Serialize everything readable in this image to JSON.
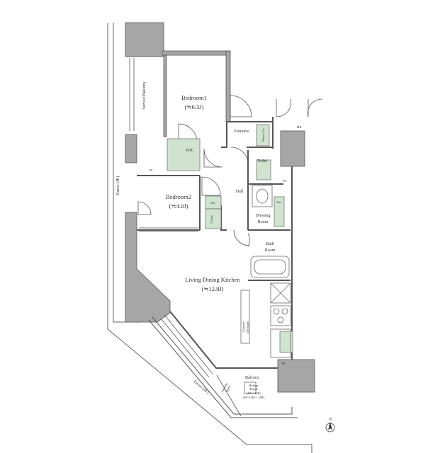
{
  "floorplan": {
    "rooms": {
      "bedroom1": {
        "name": "Bedroom1",
        "size": "(≒6.3J)"
      },
      "bedroom2": {
        "name": "Bedroom2",
        "size": "(≒4.0J)"
      },
      "ldk": {
        "name": "Living Dining Kitchen",
        "size": "(≒12.8J)"
      },
      "service_balcony": "Service Balcony",
      "wic": "WIC",
      "entrance": "Entrance",
      "shoes_closet": "Shoes Clo.",
      "toilet": "Toilet",
      "hall": "Hall",
      "storage": "Sto.",
      "closet": "Closet",
      "linen": "Lin.",
      "dressing_room": {
        "line1": "Dressing",
        "line2": "Room"
      },
      "bath_room": {
        "line1": "Bath",
        "line2": "Room"
      },
      "balcony": "Balcony"
    },
    "labels": {
      "ps_left": "PS",
      "ps_right": "PS",
      "ps_bottom": "PS",
      "mb": "MB",
      "eaves_left": "Eaves (4F)",
      "eaves_bottom": "Eaves (4F)",
      "counter": {
        "line1": "Counter",
        "line2": "DN Open"
      },
      "laundry": {
        "line1": "Laundry",
        "line2": "Space"
      },
      "refuge": {
        "line1": "Refuge",
        "line2": "Hatch",
        "line3": "(6F～14F)",
        "line4": "(6F～16F・18F)"
      },
      "north": "N"
    },
    "colors": {
      "wall": "#a6a6a6",
      "line": "#555555",
      "green": "#cfe3cf"
    }
  }
}
